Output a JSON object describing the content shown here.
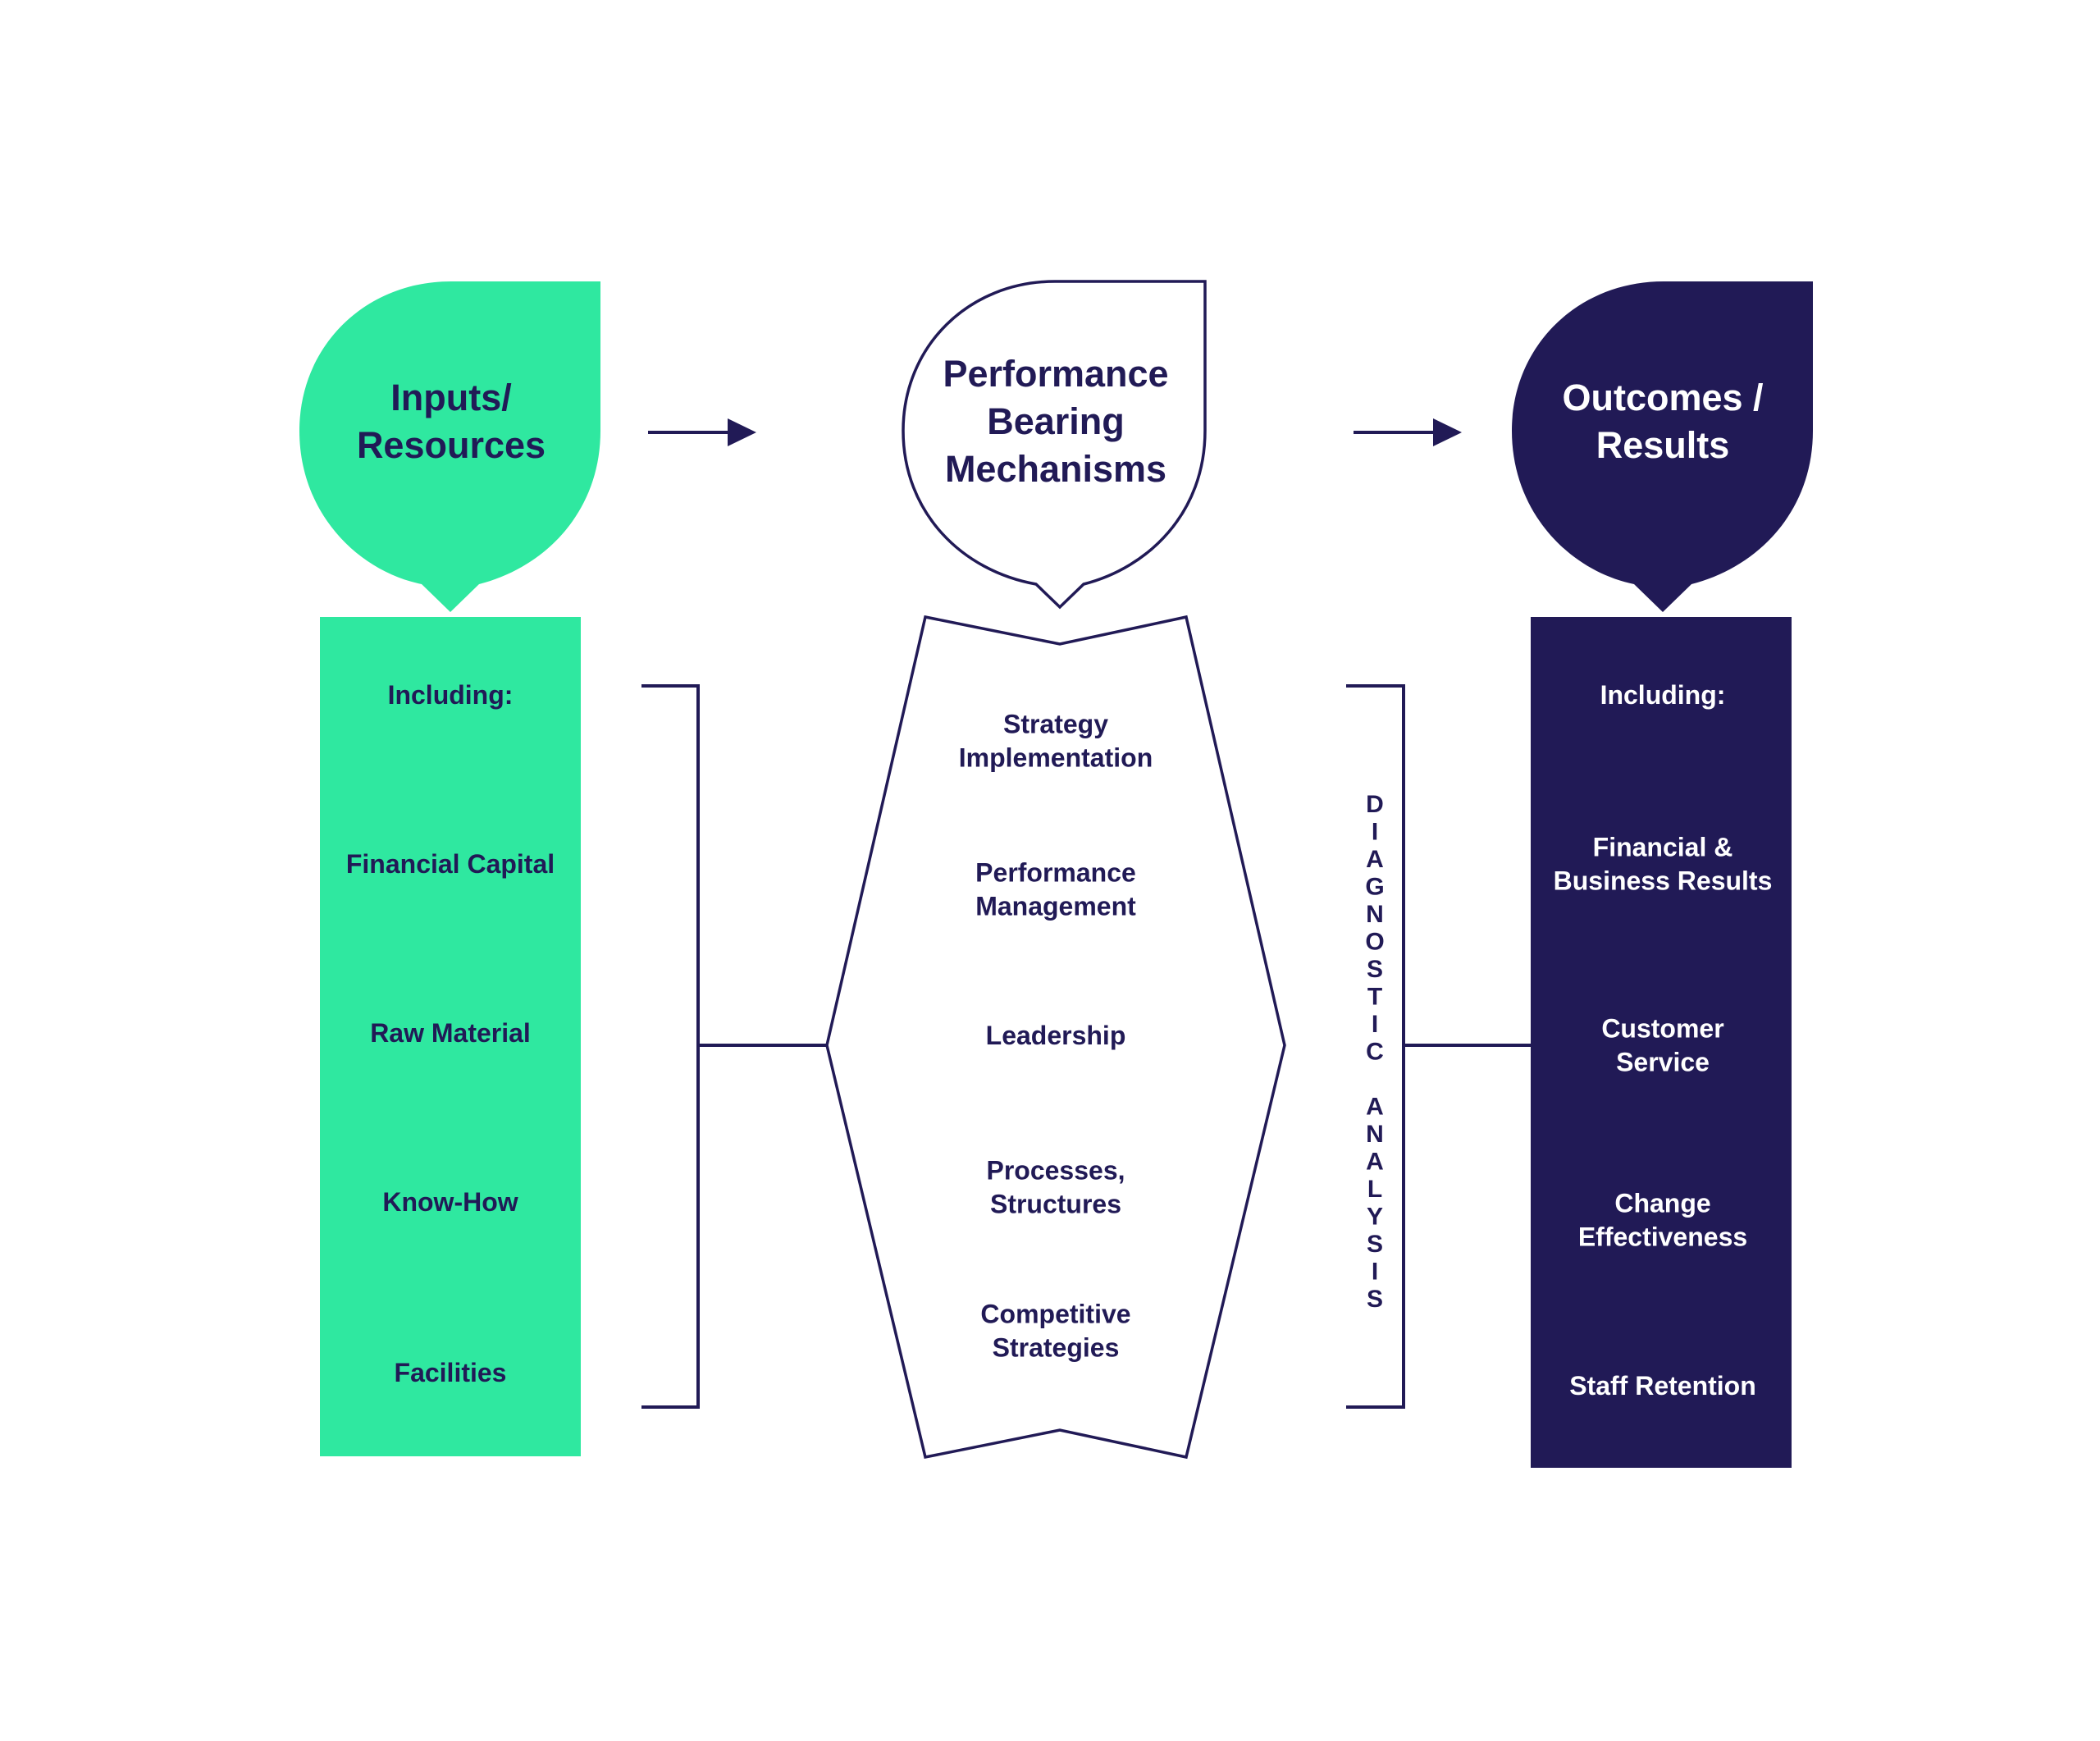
{
  "colors": {
    "green": "#2fe8a0",
    "navy": "#211a56",
    "white": "#ffffff"
  },
  "inputs": {
    "title": [
      "Inputs/",
      "Resources"
    ],
    "heading": "Including:",
    "items": [
      [
        "Financial Capital"
      ],
      [
        "Raw Material"
      ],
      [
        "Know-How"
      ],
      [
        "Facilities"
      ]
    ]
  },
  "mechanisms": {
    "title": [
      "Performance",
      "Bearing",
      "Mechanisms"
    ],
    "items": [
      [
        "Strategy",
        "Implementation"
      ],
      [
        "Performance",
        "Management"
      ],
      [
        "Leadership"
      ],
      [
        "Processes,",
        "Structures"
      ],
      [
        "Competitive",
        "Strategies"
      ]
    ]
  },
  "outcomes": {
    "title": [
      "Outcomes /",
      "Results"
    ],
    "heading": "Including:",
    "items": [
      [
        "Financial &",
        "Business Results"
      ],
      [
        "Customer",
        "Service"
      ],
      [
        "Change",
        "Effectiveness"
      ],
      [
        "Staff Retention"
      ]
    ]
  },
  "side_label": "DIAGNOSTIC ANALYSIS",
  "icons": {
    "arrow_inputs_to_mechanisms": "arrow-right-icon",
    "arrow_mechanisms_to_outcomes": "arrow-right-icon"
  }
}
